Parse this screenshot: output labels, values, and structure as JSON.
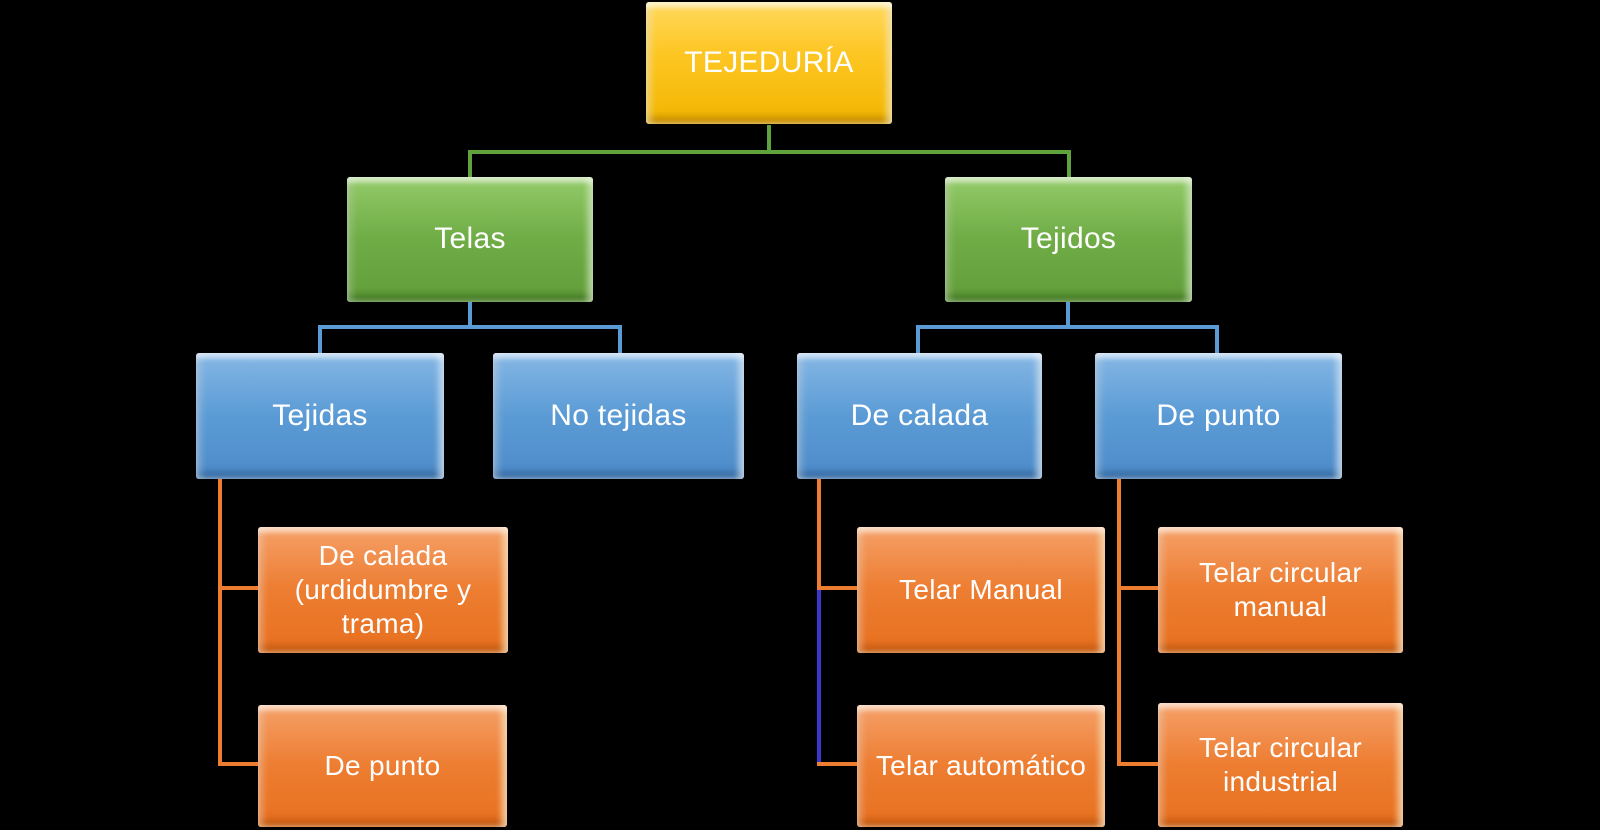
{
  "palette": {
    "background": "#000000",
    "root_fill": "#FFC000",
    "level1_fill": "#70AD47",
    "level2_fill": "#5B9BD5",
    "level3_fill": "#ED7D31",
    "text": "#FFFFFF",
    "connector_green": "#5FA33C",
    "connector_blue": "#5B9BD5",
    "connector_orange": "#ED7D31",
    "connector_dark_blue_segment": "#3838CF"
  },
  "nodes": {
    "root": {
      "label": "TEJEDURÍA"
    },
    "telas": {
      "label": "Telas"
    },
    "tejidos": {
      "label": "Tejidos"
    },
    "tejidas": {
      "label": "Tejidas"
    },
    "no_tejidas": {
      "label": "No tejidas"
    },
    "de_calada": {
      "label": "De calada"
    },
    "de_punto": {
      "label": "De punto"
    },
    "de_calada_leaf": {
      "label": "De calada (urdidumbre y trama)"
    },
    "de_punto_leaf": {
      "label": "De punto"
    },
    "telar_manual": {
      "label": "Telar Manual"
    },
    "telar_automatico": {
      "label": "Telar automático"
    },
    "telar_circular_manual": {
      "label": "Telar circular manual"
    },
    "telar_circular_industrial": {
      "label": "Telar circular industrial"
    }
  },
  "edges": [
    {
      "from": "root",
      "to": "telas"
    },
    {
      "from": "root",
      "to": "tejidos"
    },
    {
      "from": "telas",
      "to": "tejidas"
    },
    {
      "from": "telas",
      "to": "no_tejidas"
    },
    {
      "from": "tejidos",
      "to": "de_calada"
    },
    {
      "from": "tejidos",
      "to": "de_punto"
    },
    {
      "from": "tejidas",
      "to": "de_calada_leaf"
    },
    {
      "from": "tejidas",
      "to": "de_punto_leaf"
    },
    {
      "from": "de_calada",
      "to": "telar_manual"
    },
    {
      "from": "de_calada",
      "to": "telar_automatico"
    },
    {
      "from": "de_punto",
      "to": "telar_circular_manual"
    },
    {
      "from": "de_punto",
      "to": "telar_circular_industrial"
    }
  ]
}
